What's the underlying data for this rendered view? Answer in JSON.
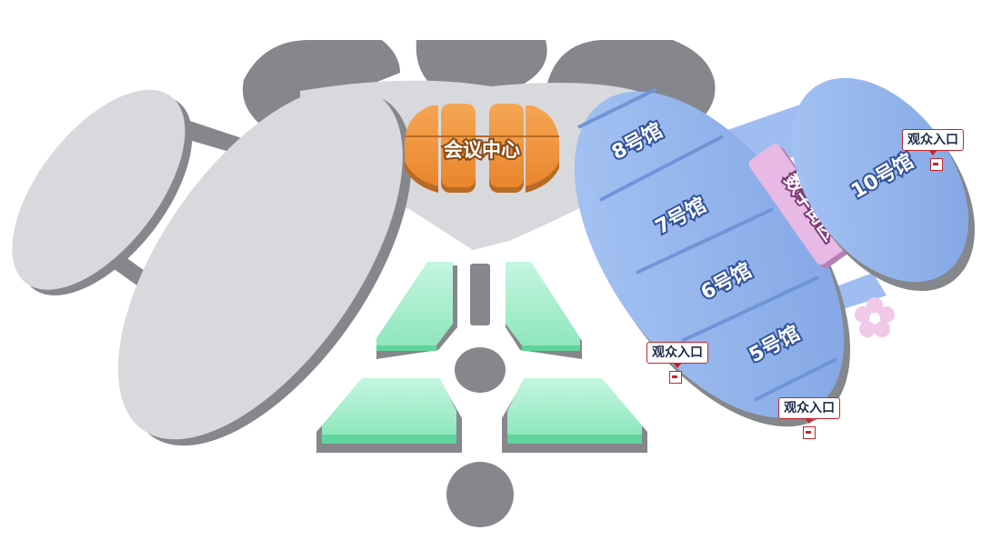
{
  "map": {
    "halls": [
      {
        "id": "hall-8",
        "label": "8号馆"
      },
      {
        "id": "hall-7",
        "label": "7号馆"
      },
      {
        "id": "hall-6",
        "label": "6号馆"
      },
      {
        "id": "hall-5",
        "label": "5号馆"
      },
      {
        "id": "hall-10",
        "label": "10号馆"
      }
    ],
    "conference_center": {
      "label": "会议中心"
    },
    "digital_street": {
      "label": "数字街区"
    },
    "entrances": [
      {
        "id": "top-right",
        "label": "观众入口"
      },
      {
        "id": "left",
        "label": "观众入口"
      },
      {
        "id": "bottom",
        "label": "观众入口"
      }
    ],
    "colors": {
      "hall_blue": "#8fb2ec",
      "hall_blue_dark": "#6f95d8",
      "building_gray": "#d8d9dd",
      "shadow_gray": "#86878c",
      "conference_orange": "#f0953f",
      "street_pink": "#e7b9e4",
      "green_block": "#a9efcf",
      "entrance_red": "#c8242b"
    },
    "icons": [
      "flower-icon",
      "entrance-icon"
    ]
  }
}
